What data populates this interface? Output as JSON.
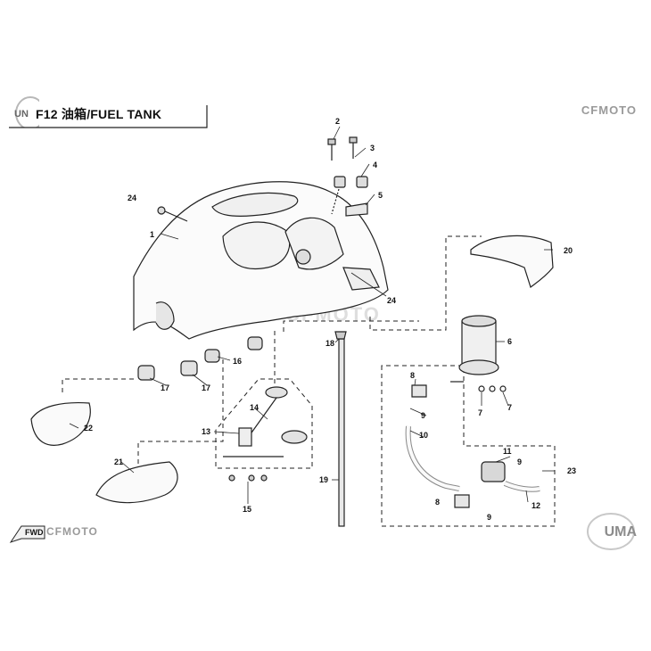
{
  "header": {
    "title": "F12 油箱/FUEL TANK",
    "brand_top": "CFMOTO",
    "brand_bottom": "CFMOTO",
    "uma_logo": "UMA",
    "fwd_label": "FWD"
  },
  "callouts": [
    "1",
    "2",
    "3",
    "4",
    "5",
    "6",
    "7",
    "7",
    "8",
    "8",
    "9",
    "9",
    "9",
    "10",
    "11",
    "12",
    "13",
    "14",
    "15",
    "16",
    "17",
    "17",
    "18",
    "19",
    "20",
    "21",
    "22",
    "23",
    "24",
    "24"
  ],
  "icons": {
    "header_logo": "uma-ring-logo-icon",
    "fwd_arrow": "forward-arrow-icon"
  }
}
